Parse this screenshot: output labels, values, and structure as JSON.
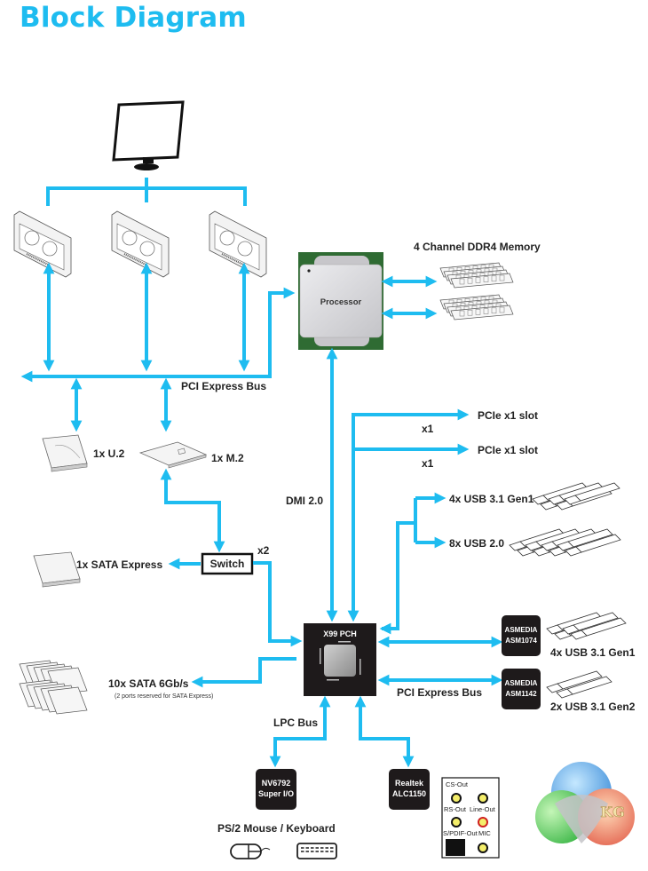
{
  "title": "Block Diagram",
  "colors": {
    "accent": "#1ebcf0",
    "chip": "#1e1a1b",
    "cpu_pcb": "#2f6b33",
    "cpu_ihs": "#d9d9dc"
  },
  "nodes": {
    "monitor": {
      "label": ""
    },
    "gpus": [
      "",
      "",
      ""
    ],
    "processor": "Processor",
    "memory": "4 Channel DDR4 Memory",
    "pcie_bus_top": "PCI Express Bus",
    "u2": "1x U.2",
    "m2": "1x M.2",
    "switch": "Switch",
    "switch_lanes": "x2",
    "sata_express": "1x SATA Express",
    "sata": "10x SATA 6Gb/s",
    "sata_note": "(2 ports reserved for SATA Express)",
    "dmi": "DMI 2.0",
    "pcie_slots": [
      {
        "label": "PCIe x1 slot",
        "lanes": "x1"
      },
      {
        "label": "PCIe x1 slot",
        "lanes": "x1"
      }
    ],
    "usb31_gen1_chipset": "4x USB 3.1 Gen1",
    "usb20": "8x USB 2.0",
    "pch": "X99 PCH",
    "asm1074": {
      "line1": "ASMEDIA",
      "line2": "ASM1074",
      "ports": "4x USB 3.1 Gen1"
    },
    "asm1142": {
      "line1": "ASMEDIA",
      "line2": "ASM1142",
      "ports": "2x USB 3.1 Gen2"
    },
    "pcie_bus_bottom": "PCI Express Bus",
    "lpc": "LPC Bus",
    "superio": {
      "line1": "NV6792",
      "line2": "Super I/O"
    },
    "ps2": "PS/2 Mouse / Keyboard",
    "audio_codec": {
      "line1": "Realtek",
      "line2": "ALC1150"
    },
    "audio_jacks": [
      "CS-Out",
      "RS-Out",
      "Line-Out",
      "S/PDIF-Out",
      "MIC"
    ],
    "watermark": "KG"
  }
}
